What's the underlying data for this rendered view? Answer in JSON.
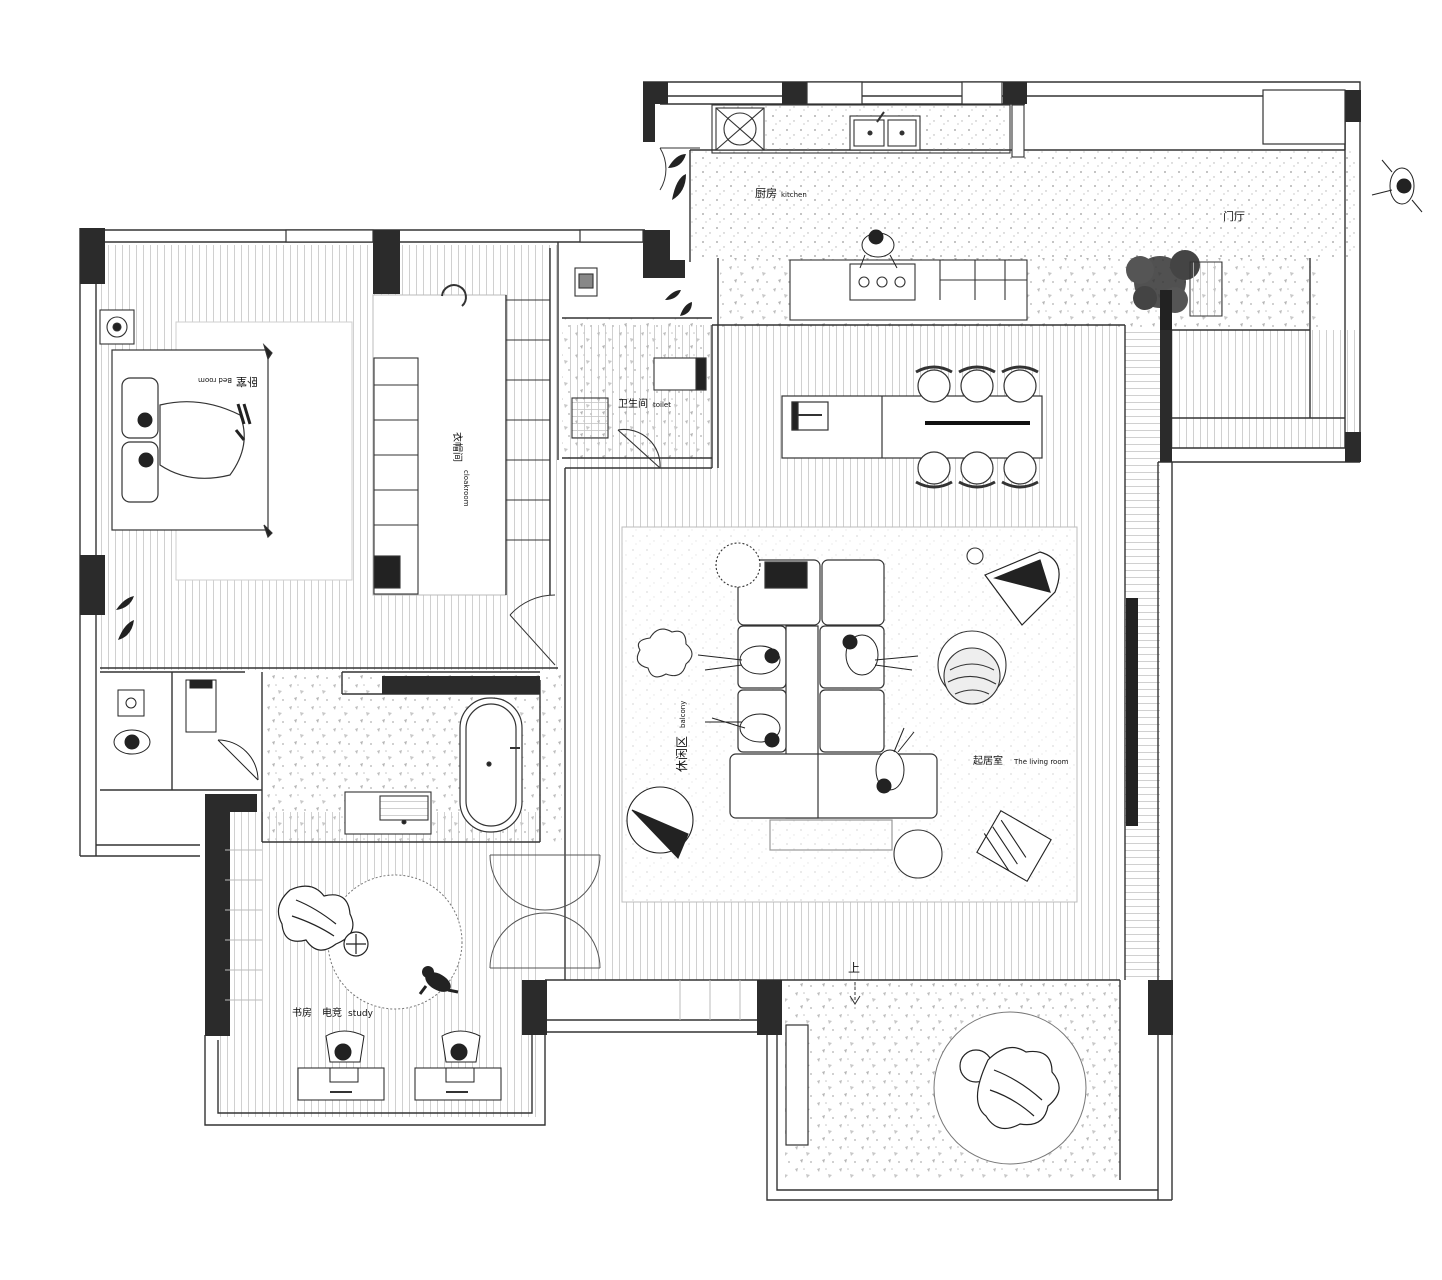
{
  "rooms": {
    "kitchen": {
      "cn": "厨房",
      "en": "kitchen"
    },
    "entry": {
      "cn": "门厅"
    },
    "bedroom": {
      "cn": "卧室",
      "en": "Bed room"
    },
    "cloakroom": {
      "cn": "衣帽间",
      "en": "cloakroom"
    },
    "toilet": {
      "cn": "卫生间",
      "en": "toilet"
    },
    "leisure": {
      "cn": "休闲区",
      "en": "balcony"
    },
    "living": {
      "cn": "起居室",
      "en": "The living room"
    },
    "study": {
      "cn": "书房　电竞",
      "en": "study"
    }
  },
  "stairs": {
    "label": "上"
  },
  "colors": {
    "wall": "#2b2b2b",
    "floor_hatch": "#b8b8b8",
    "terrazzo": "#cfcfcf",
    "line": "#333333"
  }
}
